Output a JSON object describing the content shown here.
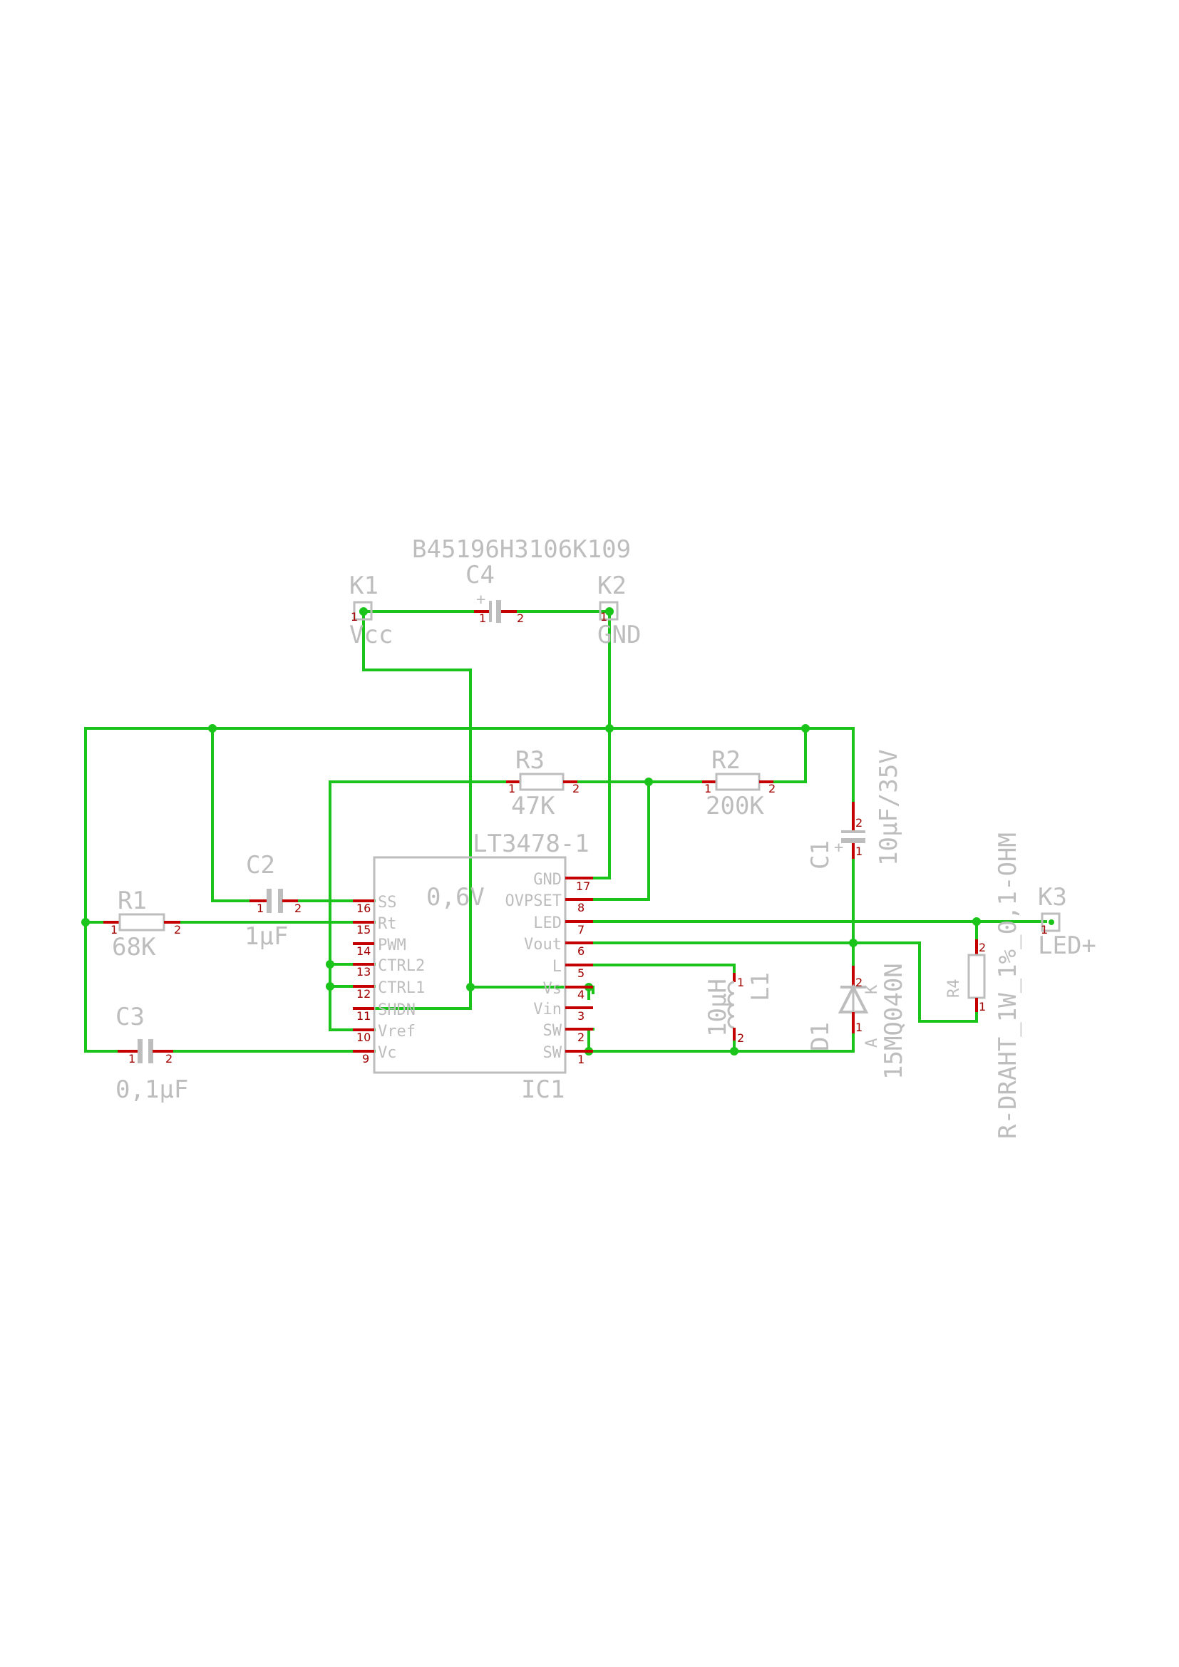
{
  "part_numbers": {
    "c4": "B45196H3106K109"
  },
  "components": {
    "k1": {
      "name": "K1",
      "value": "Vcc"
    },
    "k2": {
      "name": "K2",
      "value": "GND"
    },
    "k3": {
      "name": "K3",
      "value": "LED+"
    },
    "c4": {
      "name": "C4"
    },
    "r3": {
      "name": "R3",
      "value": "47K"
    },
    "r2": {
      "name": "R2",
      "value": "200K"
    },
    "r1": {
      "name": "R1",
      "value": "68K"
    },
    "c2": {
      "name": "C2",
      "value": "1µF"
    },
    "c3": {
      "name": "C3",
      "value": "0,1µF"
    },
    "c1": {
      "name": "C1",
      "value": "10µF/35V"
    },
    "l1": {
      "name": "L1",
      "value": "10µH"
    },
    "d1": {
      "name": "D1",
      "value": "15MQ040N"
    },
    "r4": {
      "name": "R4",
      "value": "R-DRAHT_1W_1%_0,1-OHM"
    },
    "ic1": {
      "name": "IC1",
      "value": "LT3478-1",
      "note": "0,6V"
    }
  },
  "ic_pins_left": [
    {
      "num": "16",
      "label": "SS"
    },
    {
      "num": "15",
      "label": "Rt"
    },
    {
      "num": "14",
      "label": "PWM"
    },
    {
      "num": "13",
      "label": "CTRL2"
    },
    {
      "num": "12",
      "label": "CTRL1"
    },
    {
      "num": "11",
      "label": "SHDN"
    },
    {
      "num": "10",
      "label": "Vref"
    },
    {
      "num": "9",
      "label": "Vc"
    }
  ],
  "ic_pins_right": [
    {
      "num": "17",
      "label": "GND"
    },
    {
      "num": "8",
      "label": "OVPSET"
    },
    {
      "num": "7",
      "label": "LED"
    },
    {
      "num": "6",
      "label": "Vout"
    },
    {
      "num": "5",
      "label": "L"
    },
    {
      "num": "4",
      "label": "Vs"
    },
    {
      "num": "3",
      "label": "Vin"
    },
    {
      "num": "2",
      "label": "SW"
    },
    {
      "num": "1",
      "label": "SW"
    }
  ],
  "pin_numbers": {
    "one": "1",
    "two": "2"
  },
  "diode_pins": {
    "anode": "A",
    "cathode": "K"
  },
  "polarity": {
    "plus": "+"
  },
  "colors": {
    "wire": "#1bc41b",
    "pin": "#c40000",
    "symbol": "#bdbdbd"
  }
}
